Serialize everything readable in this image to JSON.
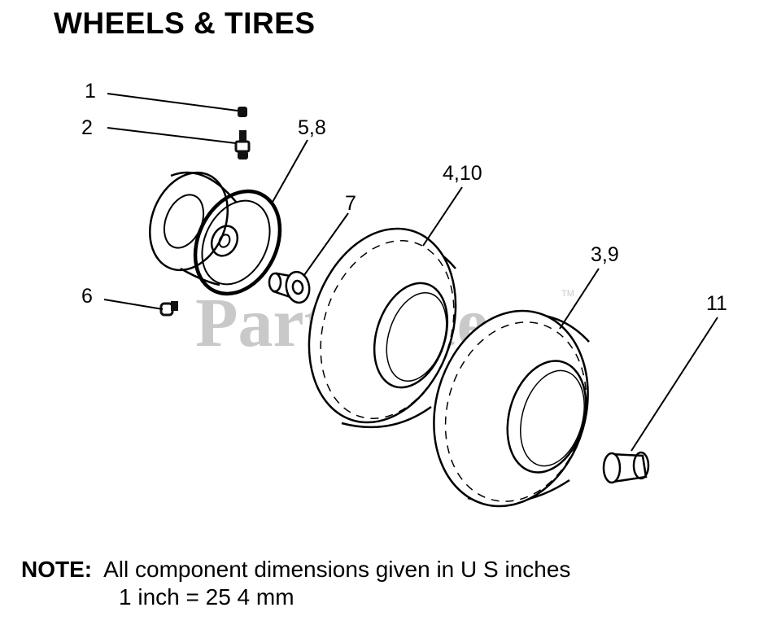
{
  "title": "WHEELS & TIRES",
  "callouts": {
    "c1": "1",
    "c2": "2",
    "c58": "5,8",
    "c7": "7",
    "c410": "4,10",
    "c39": "3,9",
    "c11": "11",
    "c6": "6"
  },
  "watermark": {
    "text": "PartsTree",
    "tm": "TM"
  },
  "note": {
    "label": "NOTE:",
    "line1": "All component dimensions given in U S  inches",
    "line2": "1 inch = 25 4 mm"
  }
}
